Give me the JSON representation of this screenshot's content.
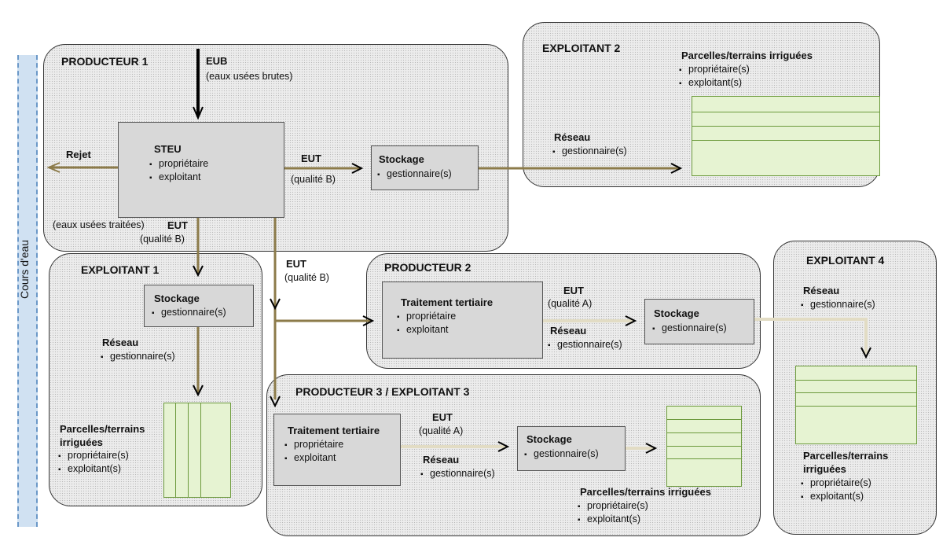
{
  "river": {
    "label": "Cours d'eau"
  },
  "producteur1": {
    "title": "PRODUCTEUR 1",
    "eub": "EUB",
    "eub_desc": "(eaux usées brutes)",
    "rejet": "Rejet",
    "steu": {
      "title": "STEU",
      "items": [
        "propriétaire",
        "exploitant"
      ]
    },
    "eut_right": "EUT",
    "eut_right_q": "(qualité B)",
    "stockage": {
      "title": "Stockage",
      "items": [
        "gestionnaire(s)"
      ]
    },
    "eaux_traitees": "(eaux usées traitées)",
    "eut_down": "EUT",
    "eut_down_q": "(qualité B)"
  },
  "exploitant2": {
    "title": "EXPLOITANT 2",
    "parcelles": {
      "title": "Parcelles/terrains irriguées",
      "items": [
        "propriétaire(s)",
        "exploitant(s)"
      ]
    },
    "reseau": {
      "title": "Réseau",
      "items": [
        "gestionnaire(s)"
      ]
    }
  },
  "middle": {
    "eut": "EUT",
    "eut_q": "(qualité B)"
  },
  "exploitant1": {
    "title": "EXPLOITANT 1",
    "stockage": {
      "title": "Stockage",
      "items": [
        "gestionnaire(s)"
      ]
    },
    "reseau": {
      "title": "Réseau",
      "items": [
        "gestionnaire(s)"
      ]
    },
    "parcelles": {
      "title_lines": [
        "Parcelles/terrains",
        "irriguées"
      ],
      "items": [
        "propriétaire(s)",
        "exploitant(s)"
      ]
    }
  },
  "producteur2": {
    "title": "PRODUCTEUR 2",
    "traitement": {
      "title": "Traitement tertiaire",
      "items": [
        "propriétaire",
        "exploitant"
      ]
    },
    "eut": "EUT",
    "eut_q": "(qualité A)",
    "reseau": {
      "title": "Réseau",
      "items": [
        "gestionnaire(s)"
      ]
    },
    "stockage": {
      "title": "Stockage",
      "items": [
        "gestionnaire(s)"
      ]
    }
  },
  "exploitant4": {
    "title": "EXPLOITANT 4",
    "reseau": {
      "title": "Réseau",
      "items": [
        "gestionnaire(s)"
      ]
    },
    "parcelles": {
      "title_lines": [
        "Parcelles/terrains",
        "irriguées"
      ],
      "items": [
        "propriétaire(s)",
        "exploitant(s)"
      ]
    }
  },
  "producteur3": {
    "title": "PRODUCTEUR 3 / EXPLOITANT 3",
    "traitement": {
      "title": "Traitement tertiaire",
      "items": [
        "propriétaire",
        "exploitant"
      ]
    },
    "eut": "EUT",
    "eut_q": "(qualité A)",
    "reseau": {
      "title": "Réseau",
      "items": [
        "gestionnaire(s)"
      ]
    },
    "stockage": {
      "title": "Stockage",
      "items": [
        "gestionnaire(s)"
      ]
    },
    "parcelles": {
      "title": "Parcelles/terrains irriguées",
      "items": [
        "propriétaire(s)",
        "exploitant(s)"
      ]
    }
  },
  "colors": {
    "flow_b": "#8c7b4a",
    "flow_a": "#e2dcc4",
    "field_fill": "#e6f3d2",
    "field_border": "#6c9a3c",
    "river": "#d0e1f2"
  }
}
